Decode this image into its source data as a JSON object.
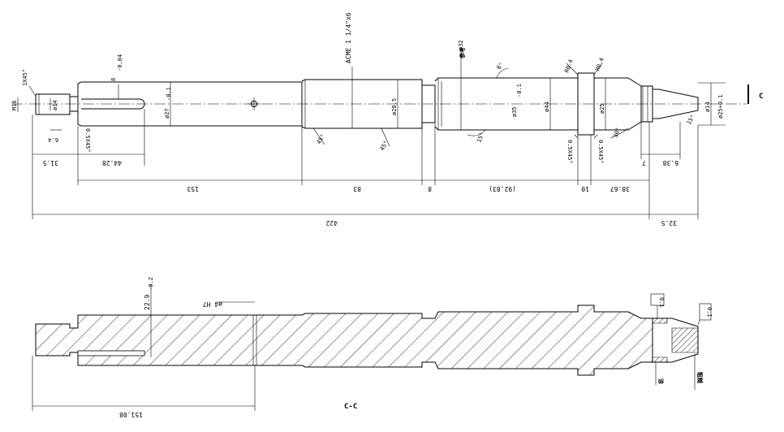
{
  "side_view": {
    "thread_chamfer": "1X45°",
    "thread": "M16",
    "tip_dia": "ø14",
    "groove_width": "6.4",
    "chamfer_1": "0.5X45°",
    "slot_width": "8",
    "slot_width_tol": "-0.04",
    "journal_dia": "ø27",
    "journal_tol": "-0.1",
    "acme_thread": "ACME 1 1/4\"x6",
    "root_dia": "ø28.5",
    "angle_45a": "45°",
    "angle_45b": "45°",
    "bore_label": "ø32",
    "bore_note": "参考",
    "angle_8": "8°",
    "angle_15": "15°",
    "shaft_dia": "ø35",
    "shaft_tol": "-0.1",
    "collar_dia": "ø44",
    "r04a": "R0.4",
    "r04b": "R0.4",
    "neck_dia": "ø25",
    "angle_30": "30°",
    "angle_15b": "15°",
    "end_dia_a": "ø14",
    "end_dia_b": "ø25+0.1",
    "chamfer_2": "0.5X45°",
    "chamfer_3": "0.5X45°",
    "section_mark": "C",
    "dims": {
      "d31_5": "31.5",
      "d44_28": "44.28",
      "d153": "153",
      "d83": "83",
      "d8": "8",
      "d92_83": "(92.83)",
      "d10": "10",
      "d38_67": "38.67",
      "d7": "7",
      "d6_38": "6.38",
      "d422": "422",
      "d32_5": "32.5"
    }
  },
  "section_view": {
    "slot_depth": "22.9",
    "slot_depth_tol": "-0.2",
    "hole": "ø4 H7",
    "length": "151.08",
    "gdt_1": "0.1",
    "gdt_2": "0.1",
    "note_1": "涂",
    "note_2": "粗糙",
    "title": "C-C"
  }
}
